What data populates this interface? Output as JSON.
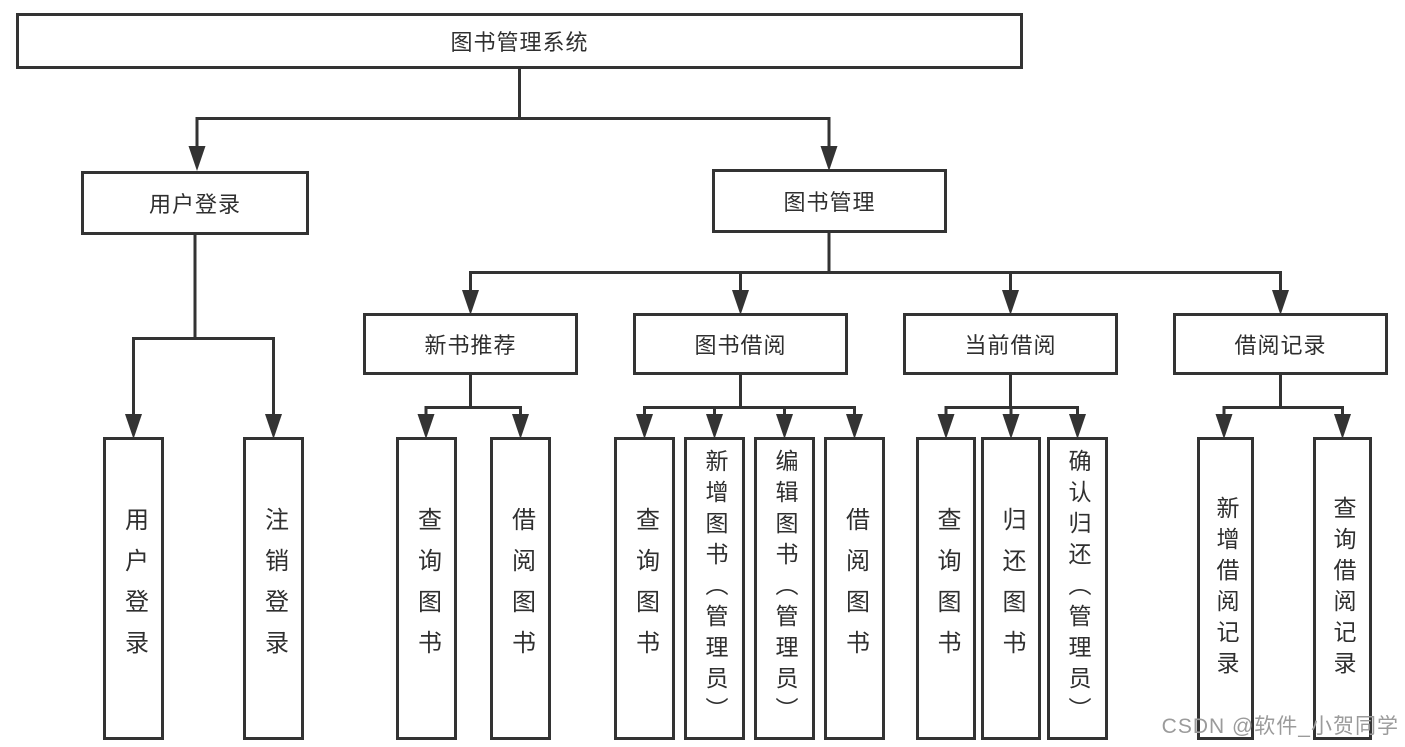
{
  "diagram": {
    "root": {
      "label": "图书管理系统"
    },
    "level2": {
      "user_login": {
        "label": "用户登录"
      },
      "book_mgmt": {
        "label": "图书管理"
      }
    },
    "level3": {
      "new_books": {
        "label": "新书推荐"
      },
      "book_borrow": {
        "label": "图书借阅"
      },
      "current_borrow": {
        "label": "当前借阅"
      },
      "borrow_records": {
        "label": "借阅记录"
      }
    },
    "leaves": {
      "user_login": [
        "用户登录",
        "注销登录"
      ],
      "new_books": [
        "查询图书",
        "借阅图书"
      ],
      "book_borrow": [
        "查询图书",
        "新增图书（管理员）",
        "编辑图书（管理员）",
        "借阅图书"
      ],
      "current_borrow": [
        "查询图书",
        "归还图书",
        "确认归还（管理员）"
      ],
      "borrow_records": [
        "新增借阅记录",
        "查询借阅记录"
      ]
    }
  },
  "watermark": {
    "text": "CSDN @软件_小贺同学",
    "color": "#9b9b9b"
  },
  "colors": {
    "line": "#333333",
    "text": "#2f2f2f",
    "background": "#ffffff"
  }
}
